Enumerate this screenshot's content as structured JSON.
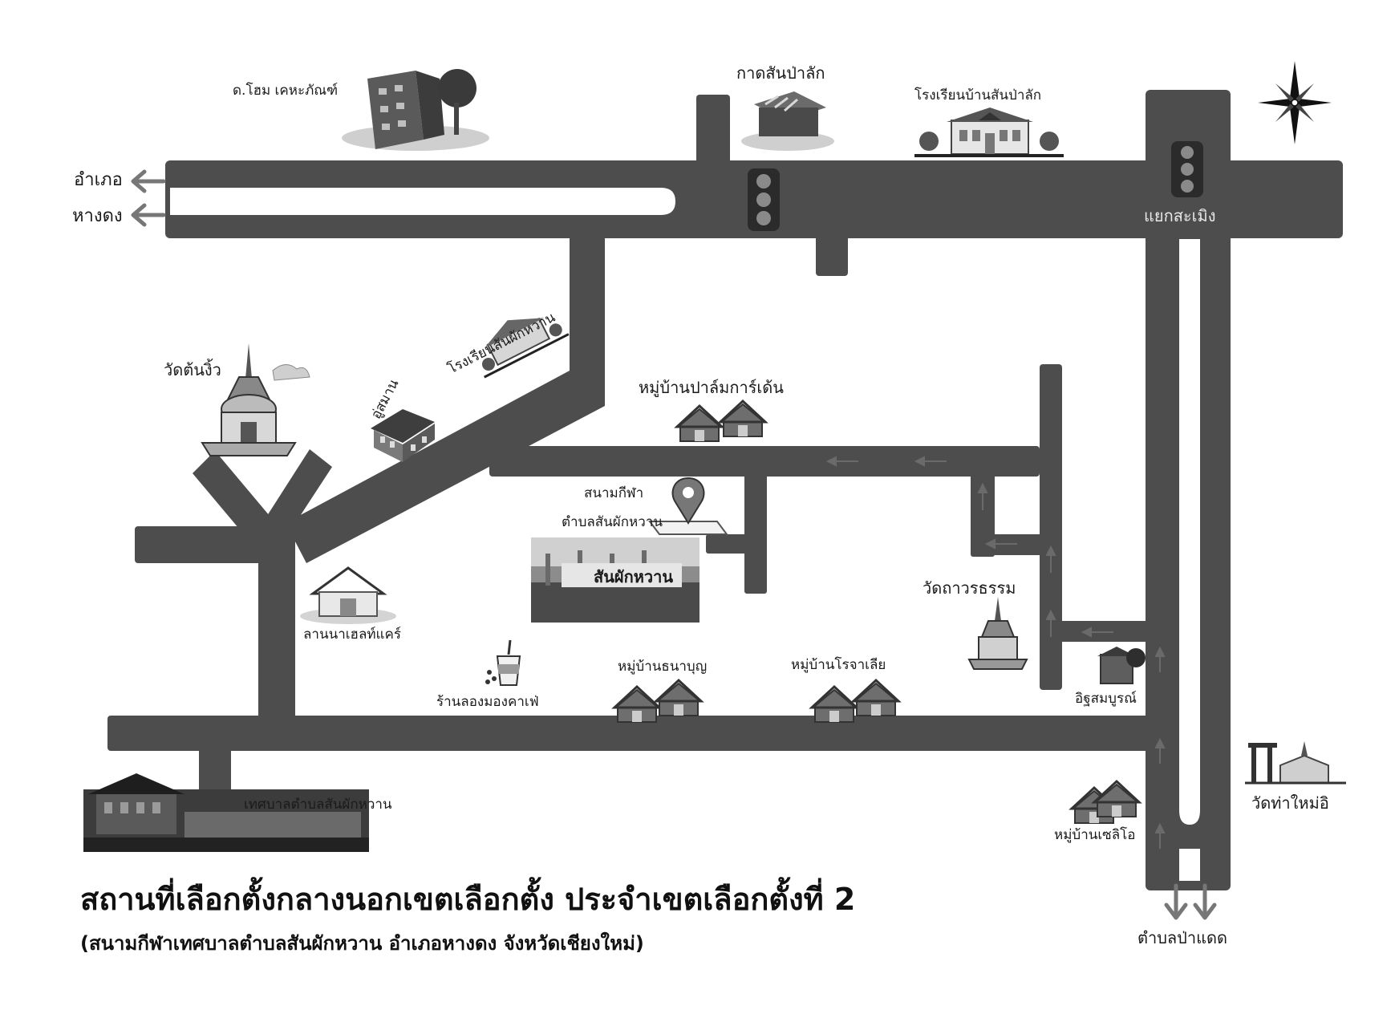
{
  "title": "สถานที่เลือกตั้งกลางนอกเขตเลือกตั้ง ประจำเขตเลือกตั้งที่ 2",
  "subtitle": "(สนามกีฬาเทศบาลตำบลสันผักหวาน อำเภอหางดง จังหวัดเชียงใหม่)",
  "colors": {
    "road": "#4d4d4d",
    "background": "#ffffff",
    "text": "#1a1a1a",
    "marker": "#555555"
  },
  "directions": {
    "amphoe_line1": "อำเภอ",
    "amphoe_line2": "หางดง",
    "south": "ตำบลป่าแดด"
  },
  "intersection": "แยกสะเมิง",
  "landmarks": {
    "homepro": "ด.โฮม เคหะภัณฑ์",
    "market": "กาดสันป่าลัก",
    "school_sanpalak": "โรงเรียนบ้านสันป่าลัก",
    "wat_tonngio": "วัดต้นงิ้ว",
    "garage": "อู่สมาน",
    "school_sanphakwan": "โรงเรียนสันผักหวาน",
    "palm_garden": "หมู่บ้านปาล์มการ์เด้น",
    "stadium_line1": "สนามกีฬา",
    "stadium_line2": "ตำบลสันผักหวาน",
    "stadium_sign": "สันผักหวาน",
    "wat_thawon": "วัดถาวรธรรม",
    "lanna_health": "ลานนาเฮลท์แคร์",
    "cafe": "ร้านลองมองคาเฟ่",
    "thanaboon": "หมู่บ้านธนาบุญ",
    "rojaliang": "หมู่บ้านโรจาเลีย",
    "irisomboon": "อิฐสมบูรณ์",
    "municipality": "เทศบาลตำบลสันผักหวาน",
    "wat_thamai": "วัดท่าใหม่อิ",
    "serio": "หมู่บ้านเซลิโอ"
  },
  "icons": {
    "compass": "compass-rose-icon",
    "traffic_light": "traffic-light-icon",
    "location_pin": "location-pin-icon",
    "house": "house-icon",
    "temple": "temple-stupa-icon",
    "cafe": "coffee-cup-icon"
  }
}
